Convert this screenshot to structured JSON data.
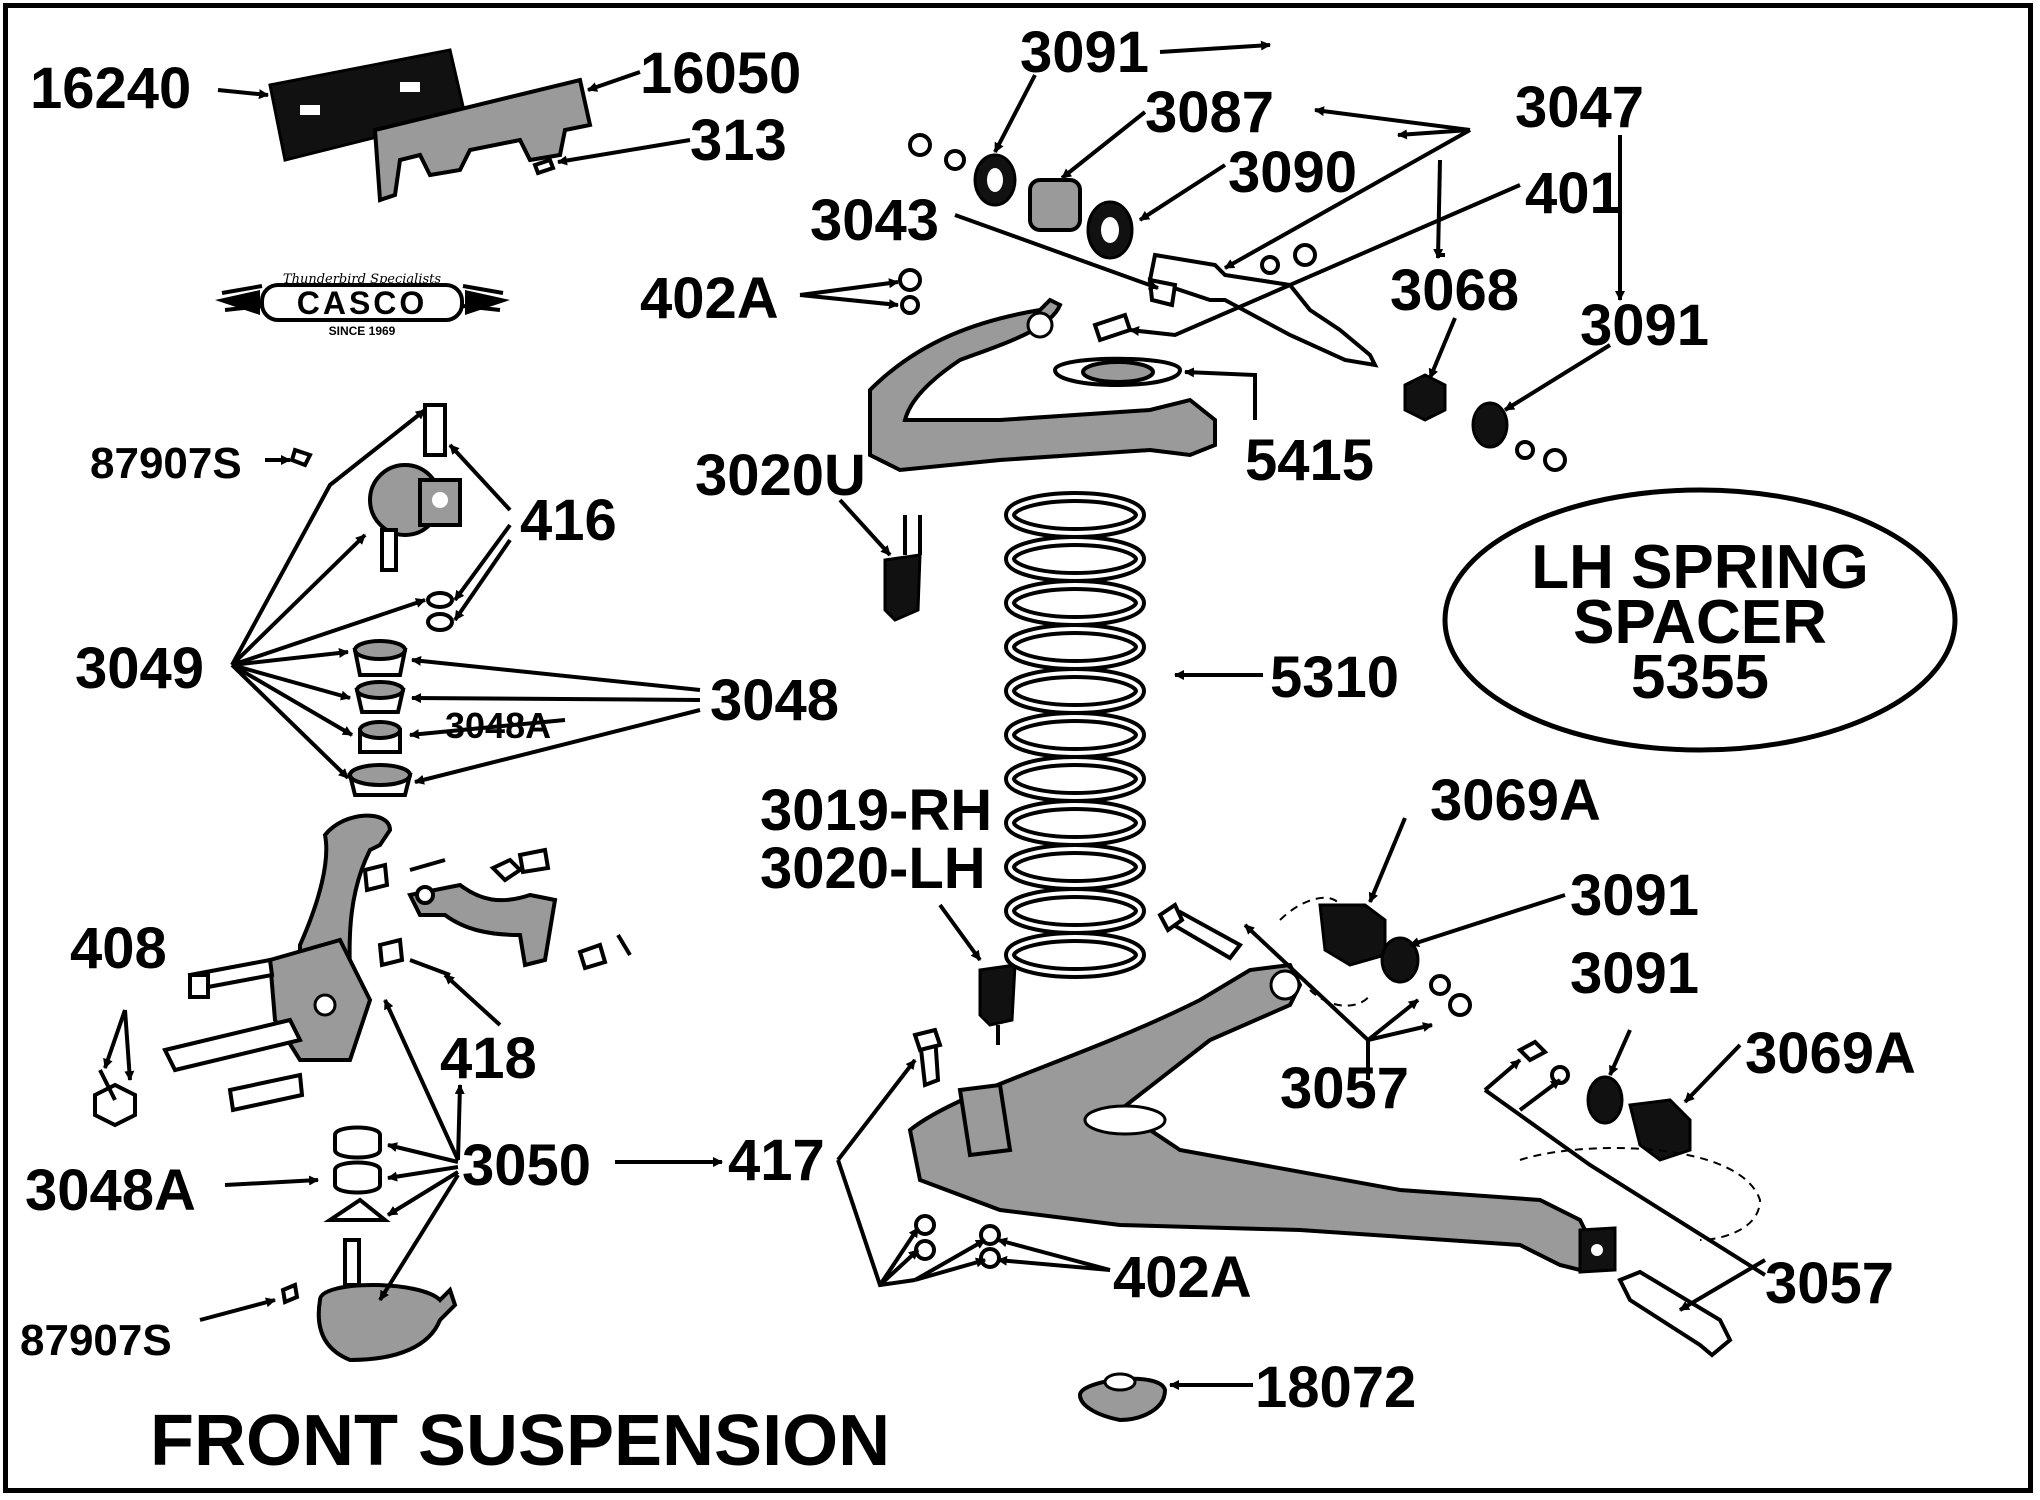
{
  "title": "FRONT SUSPENSION",
  "logo": {
    "text": "CASCO",
    "tagline": "Thunderbird Specialists",
    "since": "SINCE 1969"
  },
  "callout": {
    "line1": "LH SPRING",
    "line2": "SPACER",
    "line3": "5355"
  },
  "labels": {
    "p16240": "16240",
    "p16050": "16050",
    "p313": "313",
    "p3091a": "3091",
    "p3087": "3087",
    "p3047": "3047",
    "p3090": "3090",
    "p401": "401",
    "p3043": "3043",
    "p3068": "3068",
    "p402a_top": "402A",
    "p3091b": "3091",
    "p5415": "5415",
    "p3020u": "3020U",
    "p87907s_top": "87907S",
    "p416": "416",
    "p3049": "3049",
    "p3048": "3048",
    "p3048a_mid": "3048A",
    "p5310": "5310",
    "p3069a_top": "3069A",
    "p3091c": "3091",
    "p3091d": "3091",
    "p3069a_bot": "3069A",
    "p3019rh": "3019-RH",
    "p3020lh": "3020-LH",
    "p408": "408",
    "p418": "418",
    "p3057a": "3057",
    "p3048a_bot": "3048A",
    "p3050": "3050",
    "p417": "417",
    "p402a_bot": "402A",
    "p3057b": "3057",
    "p87907s_bot": "87907S",
    "p18072": "18072"
  }
}
